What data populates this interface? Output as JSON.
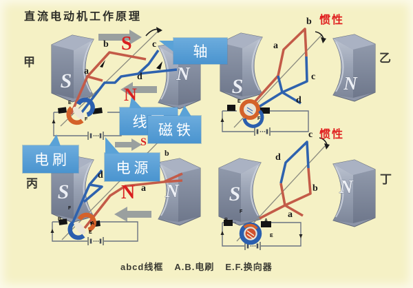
{
  "title": "直流电动机工作原理",
  "inertia": "惯性",
  "panels": {
    "jia": "甲",
    "yi": "乙",
    "bing": "丙",
    "ding": "丁"
  },
  "glyphs": {
    "a": "a",
    "b": "b",
    "c": "c",
    "d": "d",
    "A": "A",
    "B": "B",
    "E": "E",
    "F": "F",
    "S": "S",
    "N": "N"
  },
  "callouts": {
    "axle": "轴",
    "coil": "线圈",
    "magnet": "磁铁",
    "brush": "电刷",
    "power": "电源"
  },
  "caption": {
    "coil": "abcd线框",
    "brush": "A.B.电刷",
    "commutator": "E.F.换向器"
  },
  "colors": {
    "background": "#f5f1c5",
    "callout_blue": "#4f9bd5",
    "label_red": "#d91f1f",
    "wire_red": "#c35b48",
    "wire_blue": "#2e62ae",
    "magnet_gray": "#8d95a8",
    "arrow_gray": "#9aa09f"
  }
}
